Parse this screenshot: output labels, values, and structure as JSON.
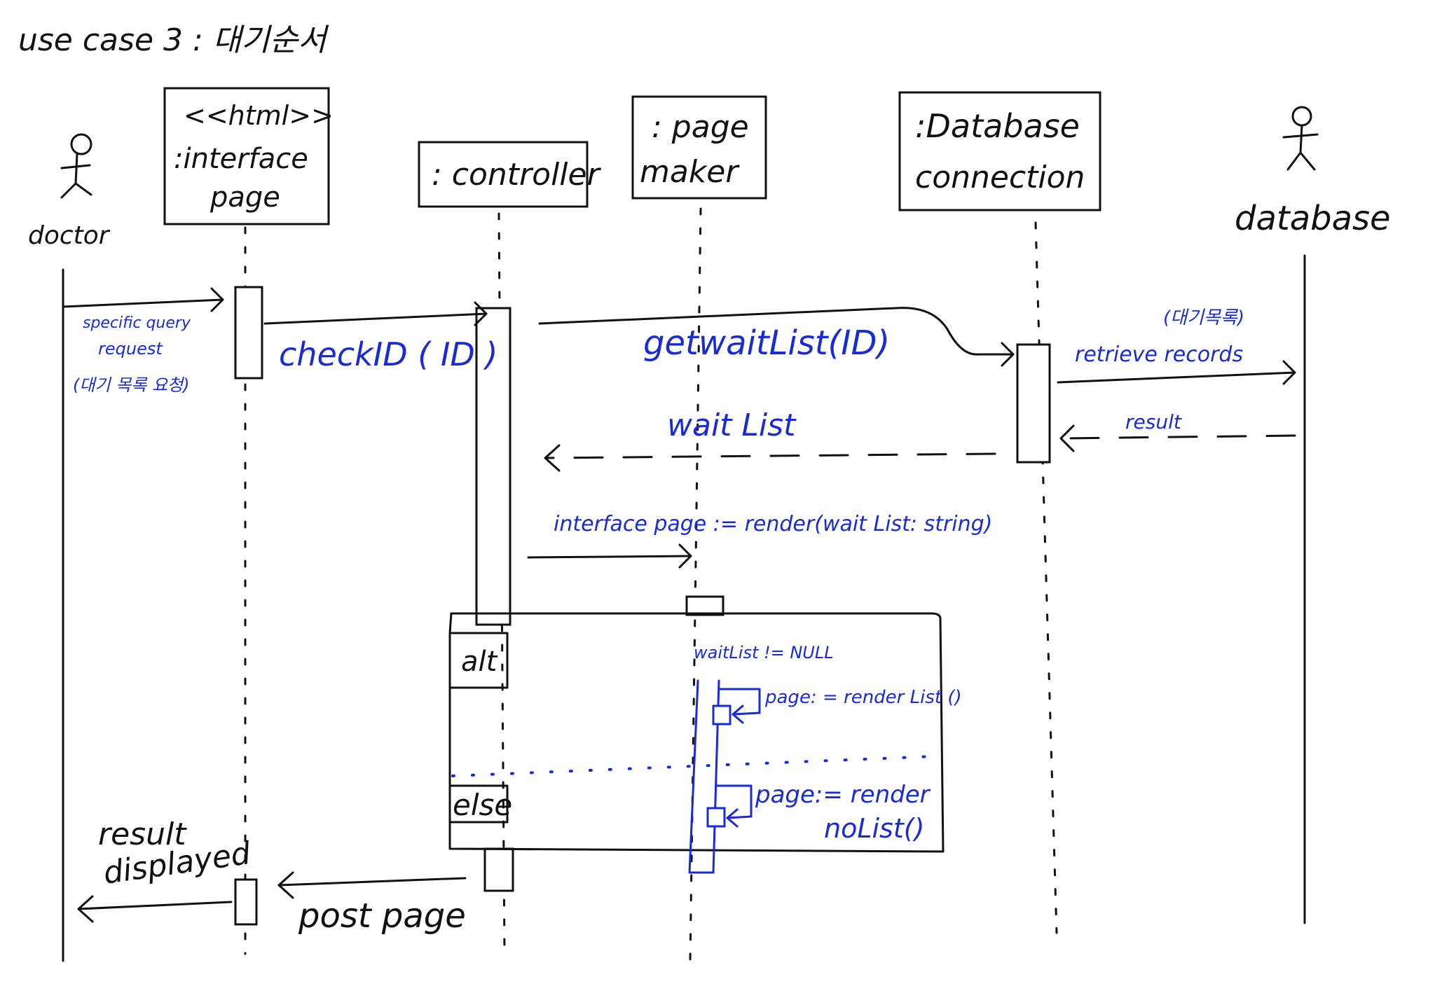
{
  "title": "use case 3 : 대기순서",
  "actors": {
    "left": "doctor",
    "right": "database"
  },
  "lifelines": {
    "interface_page": [
      "<<html>>",
      ":interface",
      "page"
    ],
    "controller": ": controller",
    "page_maker": [
      ": page",
      "maker"
    ],
    "db_connection": [
      ":Database",
      "connection"
    ]
  },
  "messages": {
    "specific_query": [
      "specific query",
      "request",
      "(대기 목록 요청)"
    ],
    "check_id": "checkID ( ID )",
    "get_wait_list": "getwaitList(ID)",
    "retrieve_note": "(대기목록)",
    "retrieve": "retrieve records",
    "result_db": "result",
    "wait_list": "wait List",
    "render_call": "interface page := render(wait List: string)",
    "post_page": "post page",
    "result_displayed": [
      "result",
      "displayed"
    ]
  },
  "fragment": {
    "operator": "alt",
    "else_label": "else",
    "guard": "waitList != NULL",
    "render_list": "page: = render List ()",
    "render_nolist": [
      "page:= render",
      "noList()"
    ]
  },
  "colors": {
    "ink": "#111111",
    "annotation_blue": "#1a2bd6",
    "paper": "#ffffff"
  }
}
